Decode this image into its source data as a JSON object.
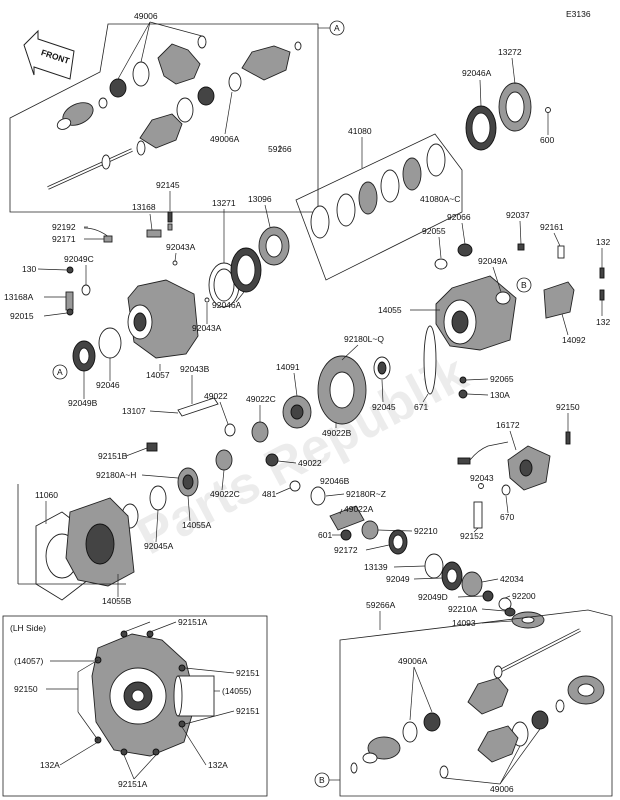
{
  "diagram_code": "E3136",
  "front_label": "FRONT",
  "lh_side_label": "(LH Side)",
  "watermark": "Parts Republik",
  "callouts": {
    "a": "A",
    "b": "B"
  },
  "labels": {
    "p49006_top": "49006",
    "p49006_bottom": "49006",
    "p49006a_top": "49006A",
    "p49006a_bottom": "49006A",
    "p59266": "59266",
    "p59266a": "59266A",
    "p13272": "13272",
    "p92046a_top": "92046A",
    "p92046a_mid": "92046A",
    "p600": "600",
    "p41080": "41080",
    "p41080ac": "41080A~C",
    "p92145": "92145",
    "p13168": "13168",
    "p92192": "92192",
    "p92171": "92171",
    "p92043a_top": "92043A",
    "p92043a_bottom": "92043A",
    "p92049c": "92049C",
    "p130": "130",
    "p13168a": "13168A",
    "p92015": "92015",
    "p13271": "13271",
    "p13096": "13096",
    "p92055": "92055",
    "p92066": "92066",
    "p92037": "92037",
    "p92161": "92161",
    "p132_top": "132",
    "p132_mid": "132",
    "p92049a": "92049A",
    "p14055": "14055",
    "p14092": "14092",
    "p14057": "14057",
    "p92046": "92046",
    "p92049b": "92049B",
    "p92180lq": "92180L~Q",
    "p14091": "14091",
    "p92045_mid": "92045",
    "p671": "671",
    "p92065": "92065",
    "p130a": "130A",
    "p92043b": "92043B",
    "p13107": "13107",
    "p49022_top": "49022",
    "p49022c_top": "49022C",
    "p49022b": "49022B",
    "p49022_mid": "49022",
    "p92151b": "92151B",
    "p92180ah": "92180A~H",
    "p92046b": "92046B",
    "p481": "481",
    "p92180rz": "92180R~Z",
    "p49022c_mid": "49022C",
    "p14055a": "14055A",
    "p11060": "11060",
    "p92045a": "92045A",
    "p49022a": "49022A",
    "p601": "601",
    "p92210": "92210",
    "p92172": "92172",
    "p14055b": "14055B",
    "p92150_top": "92150",
    "p16172": "16172",
    "p92043": "92043",
    "p670": "670",
    "p92152": "92152",
    "p13139": "13139",
    "p92049": "92049",
    "p42034": "42034",
    "p92049d": "92049D",
    "p92200": "92200",
    "p92210a": "92210A",
    "p14093": "14093",
    "lh_92151a_top": "92151A",
    "lh_14057": "(14057)",
    "lh_92150": "92150",
    "lh_92151_a": "92151",
    "lh_14055": "(14055)",
    "lh_92151_b": "92151",
    "lh_132a_left": "132A",
    "lh_132a_right": "132A",
    "lh_92151a_bottom": "92151A"
  }
}
